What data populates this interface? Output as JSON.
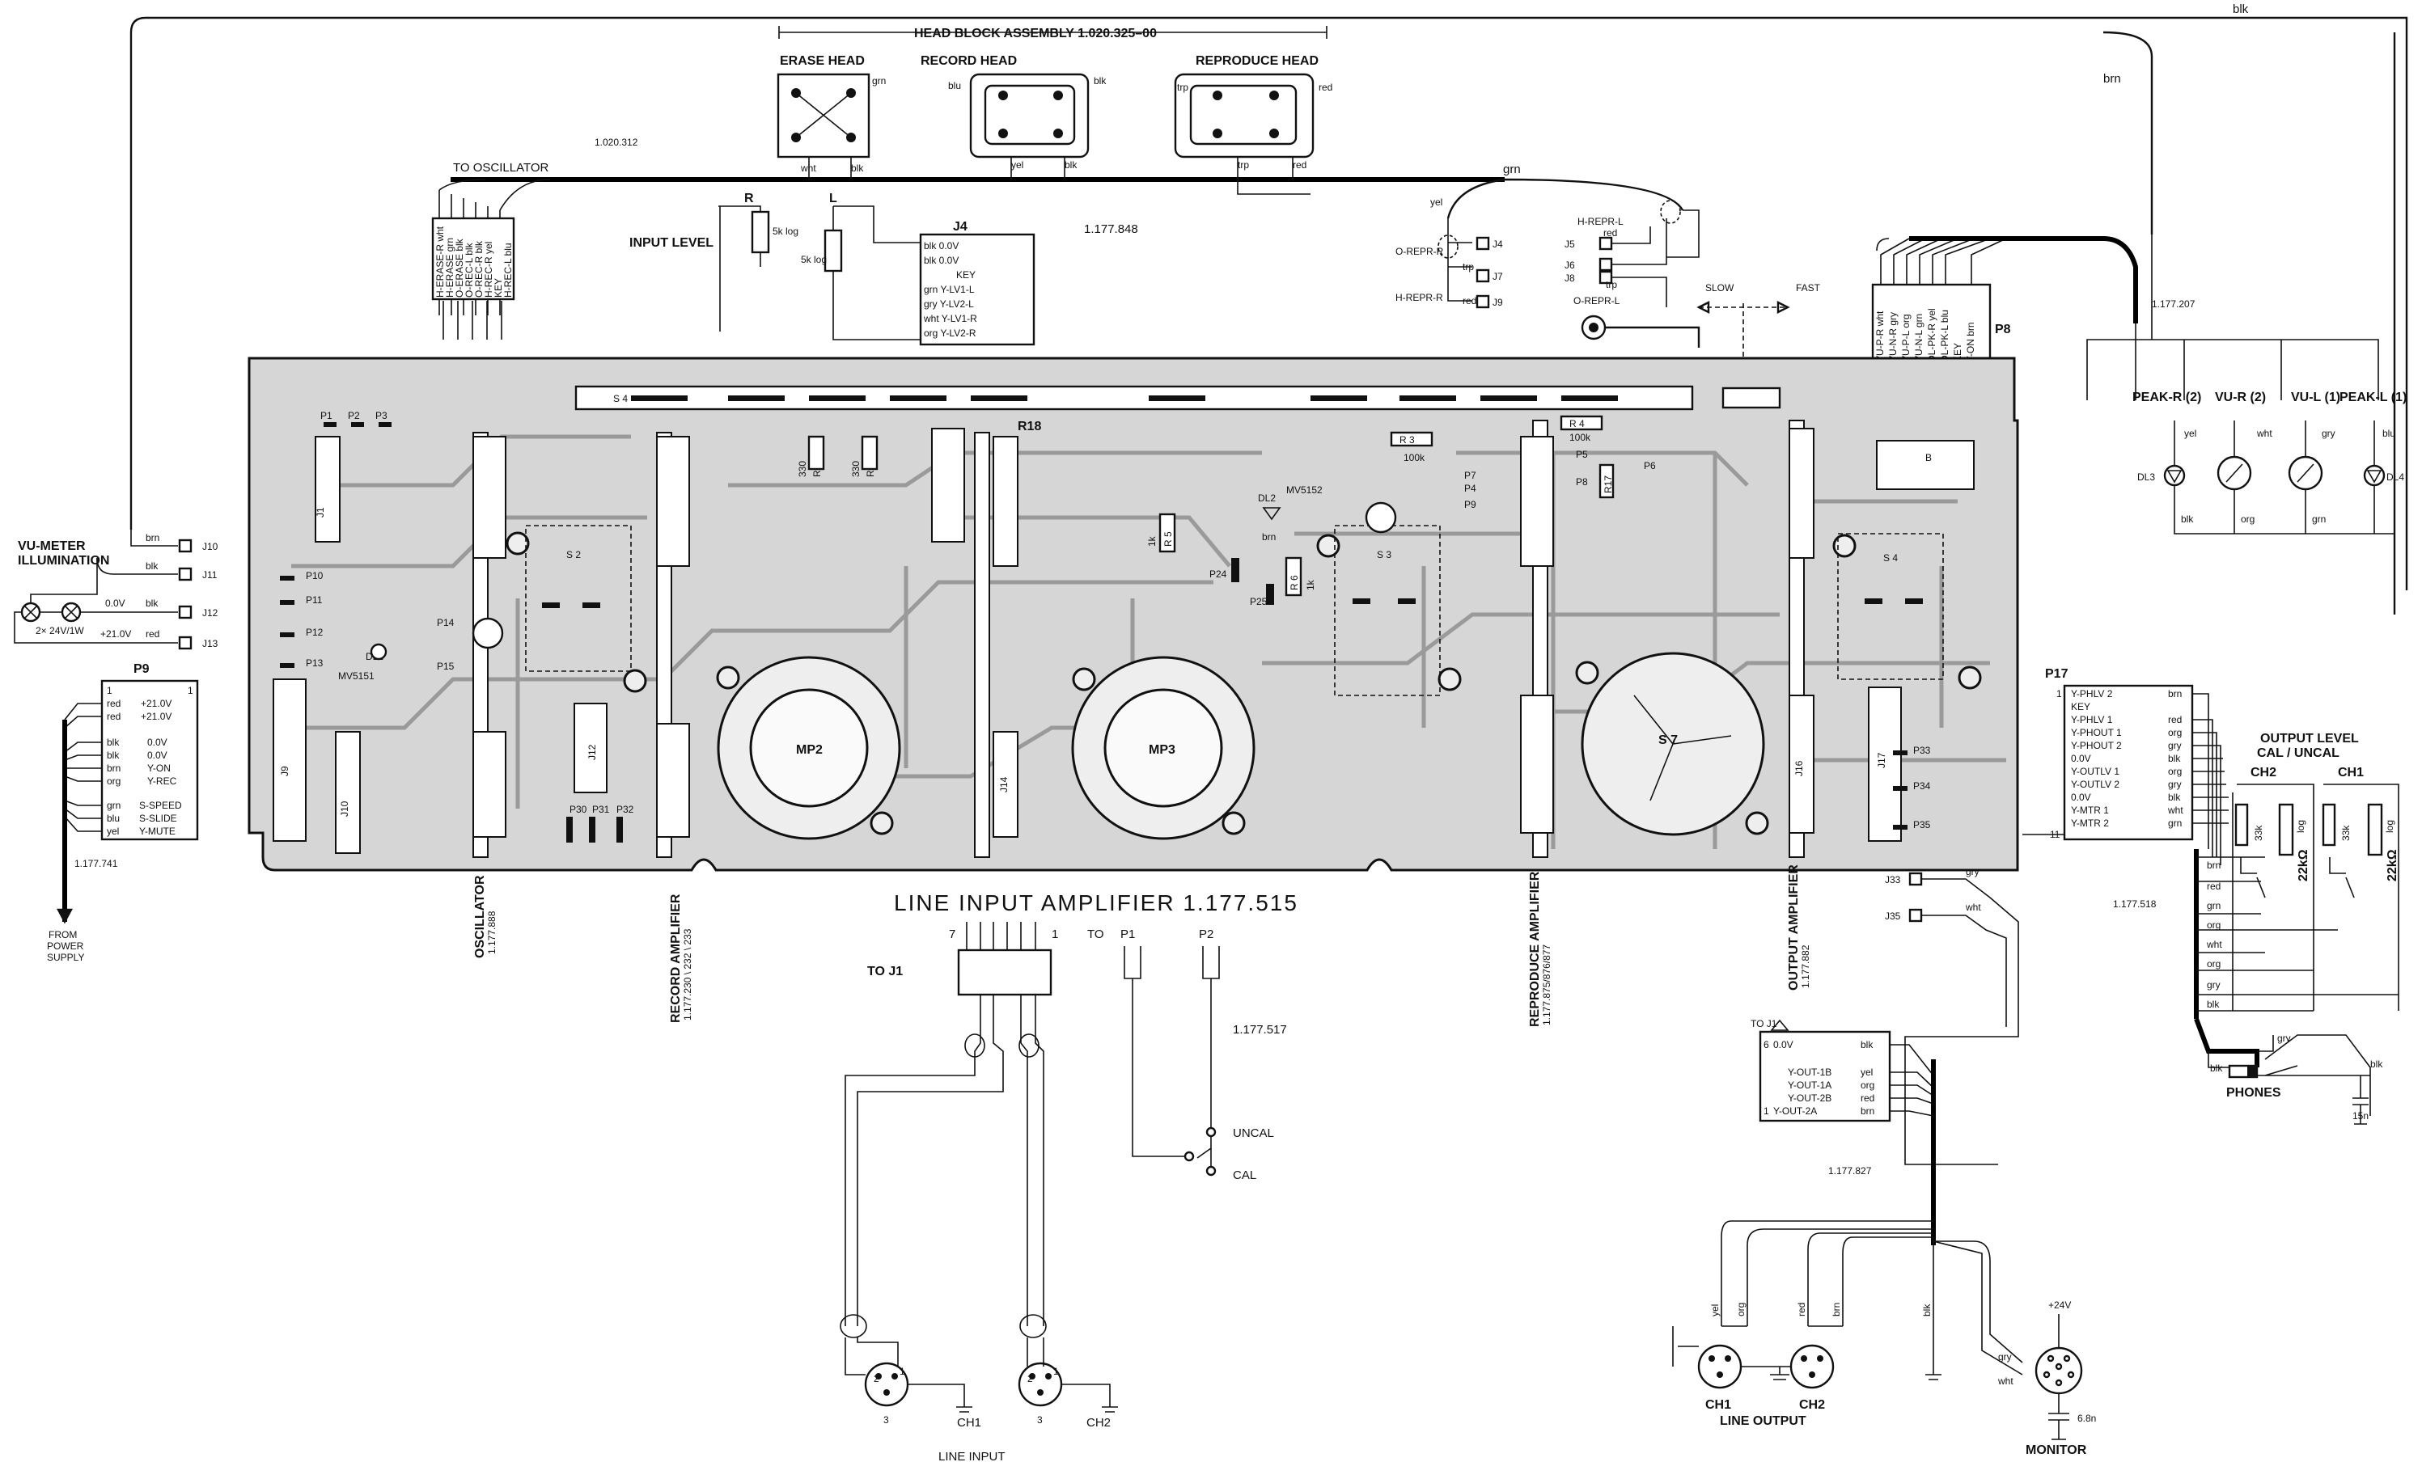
{
  "head_block": {
    "title": "HEAD BLOCK ASSEMBLY 1.020.325–00",
    "erase": "ERASE HEAD",
    "record": "RECORD HEAD",
    "reproduce": "REPRODUCE HEAD"
  },
  "oscillator_link": {
    "label": "TO OSCILLATOR",
    "part": "1.020.312",
    "pins": [
      "H-ERASE-R wht",
      "H-ERASE grn",
      "O-ERASE blk",
      "O-REC-L blk",
      "O-REC-R blk",
      "H-REC-R yel",
      "KEY",
      "H-REC-L blu"
    ]
  },
  "input_level": {
    "label": "INPUT LEVEL",
    "r": "R",
    "l": "L",
    "pot1": "5k log",
    "pot2": "5k log",
    "conn": "J4",
    "pins": [
      "blk  0.0V",
      "blk  0.0V",
      "KEY",
      "grn  Y-LV1-L",
      "gry  Y-LV2-L",
      "wht  Y-LV1-R",
      "org  Y-LV2-R"
    ],
    "part": "1.177.848"
  },
  "repro_conn": {
    "j4": "J4",
    "j7": "J7",
    "j9": "J9",
    "j5": "J5",
    "j6": "J6",
    "j8": "J8",
    "o_repr_r": "O-REPR-R",
    "h_repr_r": "H-REPR-R",
    "h_repr_l": "H-REPR-L",
    "o_repr_l": "O-REPR-L"
  },
  "wire_colors": {
    "grn": "grn",
    "yel": "yel",
    "trp": "trp",
    "red": "red",
    "blk": "blk",
    "brn": "brn",
    "wht": "wht",
    "blu": "blu",
    "gry": "gry",
    "org": "org"
  },
  "speed": {
    "slow": "SLOW",
    "fast": "FAST"
  },
  "vu_meter": {
    "title1": "VU-METER",
    "title2": "ILLUMINATION",
    "lamp": "2× 24V/1W",
    "wires": [
      {
        "color": "brn",
        "pin": "J10"
      },
      {
        "color": "blk",
        "pin": "J11"
      },
      {
        "color": "blk",
        "pin": "J12",
        "volt": "0.0V"
      },
      {
        "color": "red",
        "pin": "J13",
        "volt": "+21.0V"
      }
    ]
  },
  "p9": {
    "label": "P9",
    "rows": [
      [
        "red",
        "+21.0V"
      ],
      [
        "red",
        "+21.0V"
      ],
      [
        "",
        ""
      ],
      [
        "blk",
        "0.0V"
      ],
      [
        "blk",
        "0.0V"
      ],
      [
        "brn",
        "Y-ON"
      ],
      [
        "org",
        "Y-REC"
      ],
      [
        "",
        ""
      ],
      [
        "grn",
        "S-SPEED"
      ],
      [
        "blu",
        "S-SLIDE"
      ],
      [
        "yel",
        "Y-MUTE"
      ]
    ],
    "part": "1.177.741",
    "from1": "FROM",
    "from2": "POWER",
    "from3": "SUPPLY"
  },
  "p8": {
    "label": "P8",
    "pins": [
      "VU-P-R wht",
      "VU-N-R gry",
      "VU-P-L org",
      "VU-N-L grn",
      "DL-PK-R yel",
      "DL-PK-L blu",
      "KEY",
      "Y-ON brn"
    ],
    "part": "1.177.207"
  },
  "meters": {
    "peak_r": "PEAK-R (2)",
    "vu_r": "VU-R (2)",
    "vu_l": "VU-L (1)",
    "peak_l": "PEAK-L (1)",
    "dl3": "DL3",
    "dl4": "DL4"
  },
  "pcb_labels": {
    "s4": "S 4",
    "s2": "S 2",
    "s3": "S 3",
    "s4b": "S 4",
    "s7": "S 7",
    "mp2": "MP2",
    "mp3": "MP3",
    "r18": "R18",
    "r1": "R1",
    "r2": "R2",
    "r3": "R 3",
    "r4": "R 4",
    "r5": "R 5",
    "r6": "R 6",
    "r17": "R17",
    "v330a": "330",
    "v330b": "330",
    "v100k": "100k",
    "v100kb": "100k",
    "v1k": "1k",
    "v1kb": "1k",
    "p1": "P1",
    "p2": "P2",
    "p3": "P3",
    "p10": "P10",
    "p11": "P11",
    "p12": "P12",
    "p13": "P13",
    "p14": "P14",
    "p15": "P15",
    "p4": "P4",
    "p5": "P5",
    "p6": "P6",
    "p7": "P7",
    "p8": "P8",
    "p9": "P9",
    "p24": "P24",
    "p25": "P25",
    "p30": "P30",
    "p31": "P31",
    "p32": "P32",
    "p33": "P33",
    "p34": "P34",
    "p35": "P35",
    "dl1": "DL1",
    "mv5151": "MV5151",
    "dl2": "DL2",
    "mv5152": "MV5152",
    "j1": "J1",
    "j9": "J9",
    "j10": "J10",
    "j12": "J12",
    "j17": "J17",
    "j16": "J16",
    "j14": "J14",
    "jb": "B"
  },
  "modules": [
    {
      "name": "OSCILLATOR",
      "part": "1.177.888"
    },
    {
      "name": "RECORD AMPLIFIER",
      "part": "1.177.230 \\ 232 \\ 233"
    },
    {
      "name": "REPRODUCE AMPLIFIER",
      "part": "1.177.875/876/877"
    },
    {
      "name": "OUTPUT AMPLIFIER",
      "part": "1.177.882"
    }
  ],
  "line_input_amp": {
    "title": "LINE INPUT AMPLIFIER   1.177.515",
    "to_j1": "TO J1",
    "to": "TO",
    "p1": "P1",
    "p2": "P2",
    "part": "1.177.517",
    "uncal": "UNCAL",
    "cal": "CAL",
    "ch1": "CH1",
    "ch2": "CH2",
    "label": "LINE INPUT",
    "pin7": "7",
    "pin1": "1"
  },
  "output_to_j1": {
    "label": "TO J1",
    "rows": [
      [
        "6",
        "0.0V",
        "blk"
      ],
      [
        "",
        "Y-OUT-1B",
        "yel"
      ],
      [
        "",
        "Y-OUT-1A",
        "org"
      ],
      [
        "",
        "Y-OUT-2B",
        "red"
      ],
      [
        "1",
        "Y-OUT-2A",
        "brn"
      ]
    ],
    "part": "1.177.827",
    "j33": "J33",
    "j35": "J35",
    "gry": "gry",
    "wht": "wht"
  },
  "line_output": {
    "label": "LINE OUTPUT",
    "ch1": "CH1",
    "ch2": "CH2",
    "wires": [
      "yel",
      "org",
      "red",
      "brn",
      "blk"
    ]
  },
  "monitor": {
    "label": "MONITOR",
    "v": "+24V",
    "cap": "6.8n",
    "gry": "gry",
    "wht": "wht"
  },
  "p17": {
    "label": "P17",
    "rows": [
      [
        "Y-PHLV 2",
        "brn"
      ],
      [
        "KEY",
        ""
      ],
      [
        "Y-PHLV 1",
        "red"
      ],
      [
        "Y-PHOUT 1",
        "org"
      ],
      [
        "Y-PHOUT 2",
        "gry"
      ],
      [
        "0.0V",
        "blk"
      ],
      [
        "Y-OUTLV 1",
        "org"
      ],
      [
        "Y-OUTLV 2",
        "gry"
      ],
      [
        "0.0V",
        "blk"
      ],
      [
        "Y-MTR 1",
        "wht"
      ],
      [
        "Y-MTR 2",
        "grn"
      ]
    ],
    "p_first": "1",
    "p_last": "11"
  },
  "output_level": {
    "title1": "OUTPUT LEVEL",
    "title2": "CAL / UNCAL",
    "ch2": "CH2",
    "ch1": "CH1",
    "r33k": "33k",
    "r33kb": "33k",
    "pot": "22kΩ",
    "potb": "22kΩ",
    "log": "log",
    "logb": "log",
    "part": "1.177.518",
    "wires": [
      "brn",
      "red",
      "grn",
      "org",
      "wht",
      "org",
      "gry",
      "blk"
    ],
    "phones": "PHONES",
    "cap": "15n",
    "blk": "blk",
    "gry": "gry"
  },
  "top_wires": {
    "blk": "blk",
    "brn": "brn"
  }
}
